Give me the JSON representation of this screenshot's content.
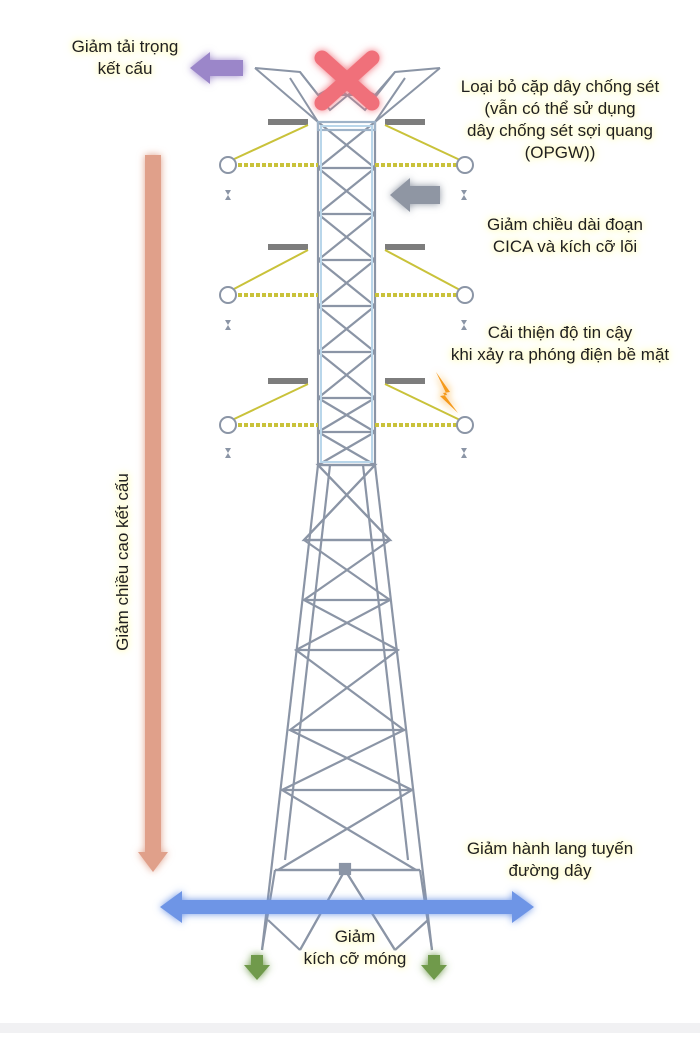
{
  "labels": {
    "reduce_load": [
      "Giảm tải trọng",
      "kết cấu"
    ],
    "remove_shield": [
      "Loại bỏ cặp dây chống sét",
      "(vẫn có thể sử dụng",
      "dây chống sét sợi quang",
      "(OPGW))"
    ],
    "reduce_cica": [
      "Giảm chiều dài đoạn",
      "CICA và kích cỡ lõi"
    ],
    "reliability": [
      "Cải thiện độ tin cậy",
      "khi xảy ra phóng điện bề mặt"
    ],
    "reduce_height": "Giảm chiều cao kết cấu",
    "reduce_corridor": [
      "Giảm hành lang tuyến",
      "đường dây"
    ],
    "reduce_foundation": [
      "Giảm",
      "kích cỡ móng"
    ]
  },
  "colors": {
    "tower": "#8b95a6",
    "insulator": "#c9c23a",
    "crossarm": "#7d7d7d",
    "arrow_purple": "#9b86c9",
    "arrow_gray": "#8f96a3",
    "arrow_salmon": "#e0a08a",
    "arrow_blue": "#6e95e6",
    "arrow_green": "#6f9a4c",
    "cross_red": "#f0707a",
    "lightning": "#f59a1e",
    "glow": "#fff27a"
  }
}
